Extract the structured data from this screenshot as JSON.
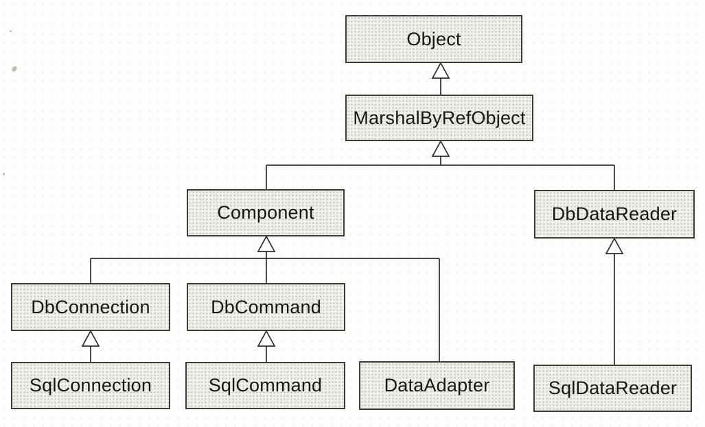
{
  "diagram_type": "uml-class-inheritance-hierarchy",
  "arrow_style": "hollow-triangle-pointing-to-parent",
  "nodes": [
    {
      "id": "object",
      "label": "Object"
    },
    {
      "id": "marshal-by-ref-object",
      "label": "MarshalByRefObject"
    },
    {
      "id": "component",
      "label": "Component"
    },
    {
      "id": "db-data-reader",
      "label": "DbDataReader"
    },
    {
      "id": "db-connection",
      "label": "DbConnection"
    },
    {
      "id": "db-command",
      "label": "DbCommand"
    },
    {
      "id": "data-adapter",
      "label": "DataAdapter"
    },
    {
      "id": "sql-connection",
      "label": "SqlConnection"
    },
    {
      "id": "sql-command",
      "label": "SqlCommand"
    },
    {
      "id": "sql-data-reader",
      "label": "SqlDataReader"
    }
  ],
  "edges": [
    {
      "from": "MarshalByRefObject",
      "to": "Object",
      "type": "inheritance"
    },
    {
      "from": "Component",
      "to": "MarshalByRefObject",
      "type": "inheritance"
    },
    {
      "from": "DbDataReader",
      "to": "MarshalByRefObject",
      "type": "inheritance"
    },
    {
      "from": "DbConnection",
      "to": "Component",
      "type": "inheritance"
    },
    {
      "from": "DbCommand",
      "to": "Component",
      "type": "inheritance"
    },
    {
      "from": "DataAdapter",
      "to": "Component",
      "type": "inheritance"
    },
    {
      "from": "SqlConnection",
      "to": "DbConnection",
      "type": "inheritance"
    },
    {
      "from": "SqlCommand",
      "to": "DbCommand",
      "type": "inheritance"
    },
    {
      "from": "SqlDataReader",
      "to": "DbDataReader",
      "type": "inheritance"
    }
  ],
  "colors": {
    "box_fill": "#e9e9e5",
    "box_border": "#3b3b38",
    "connector_line": "#2c2c2a",
    "text": "#161614",
    "background": "#fdfdfb"
  }
}
